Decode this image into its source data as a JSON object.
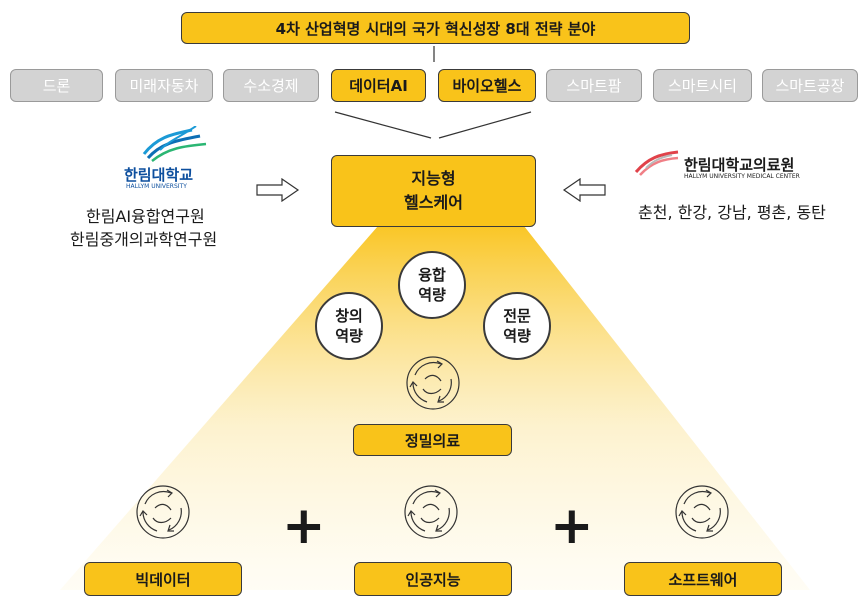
{
  "title": "4차 산업혁명 시대의 국가 혁신성장 8대 전략 분야",
  "categories": [
    {
      "label": "드론",
      "active": false
    },
    {
      "label": "미래자동차",
      "active": false
    },
    {
      "label": "수소경제",
      "active": false
    },
    {
      "label": "데이터AI",
      "active": true
    },
    {
      "label": "바이오헬스",
      "active": true
    },
    {
      "label": "스마트팜",
      "active": false
    },
    {
      "label": "스마트시티",
      "active": false
    },
    {
      "label": "스마트공장",
      "active": false
    }
  ],
  "center": {
    "line1": "지능형",
    "line2": "헬스케어"
  },
  "left_logo": {
    "name": "한림대학교",
    "sub": "HALLYM UNIVERSITY"
  },
  "left_institutes": [
    "한림AI융합연구원",
    "한림중개의과학연구원"
  ],
  "right_logo": {
    "name": "한림대학교의료원",
    "sub": "HALLYM UNIVERSITY MEDICAL CENTER"
  },
  "right_hospitals": "춘천,  한강, 강남, 평촌, 동탄",
  "competencies": [
    {
      "line1": "창의",
      "line2": "역량"
    },
    {
      "line1": "융합",
      "line2": "역량"
    },
    {
      "line1": "전문",
      "line2": "역량"
    }
  ],
  "precision": "정밀의료",
  "pillars": [
    "빅데이터",
    "인공지능",
    "소프트웨어"
  ],
  "plus": "+",
  "colors": {
    "accent": "#f9c31a",
    "inactive": "#d3d3d3",
    "border": "#3a3a3a",
    "logo_blue": "#1b9ad6",
    "logo_red": "#e0424a"
  },
  "icons": [
    "cycle-arrows-icon",
    "right-arrow-icon",
    "left-arrow-icon",
    "wave-logo-icon",
    "swoosh-logo-icon"
  ]
}
